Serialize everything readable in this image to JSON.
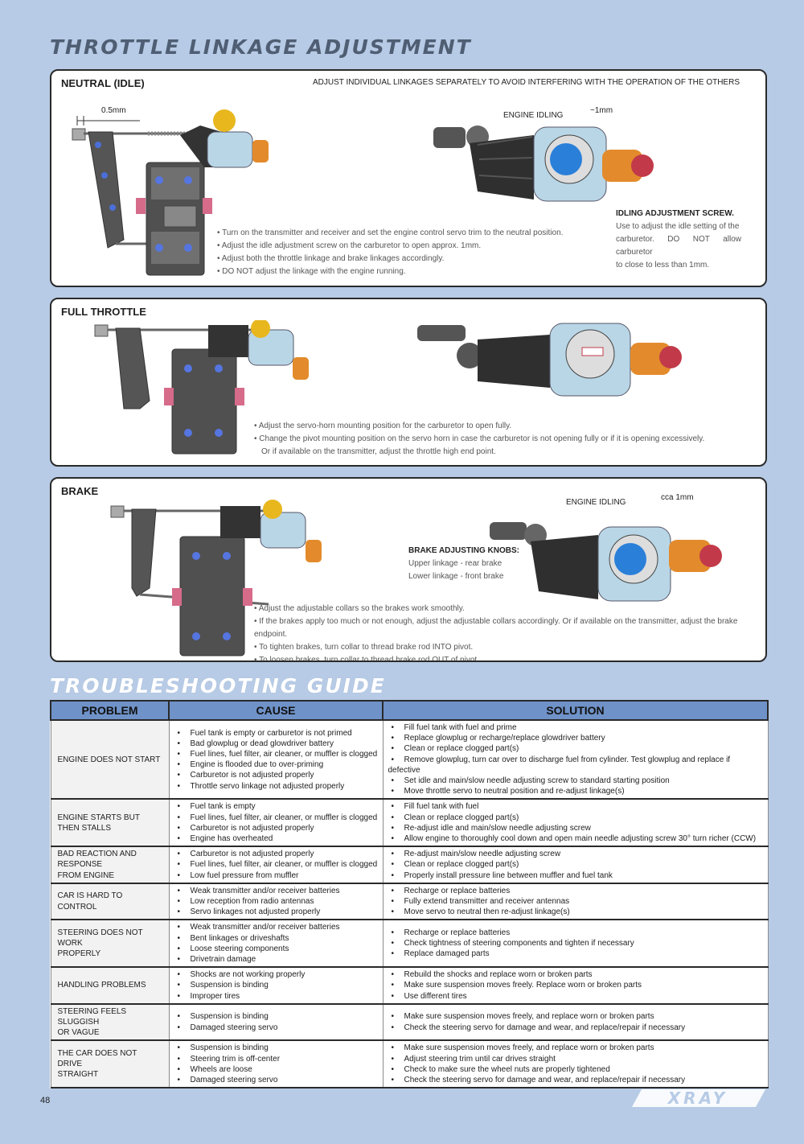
{
  "titles": {
    "throttle": "THROTTLE LINKAGE ADJUSTMENT",
    "troubleshooting": "TROUBLESHOOTING GUIDE"
  },
  "neutral": {
    "title": "NEUTRAL (IDLE)",
    "note": "ADJUST INDIVIDUAL LINKAGES SEPARATELY TO AVOID INTERFERING WITH THE OPERATION OF THE OTHERS",
    "gap_label": "0.5mm",
    "engine_idling": "ENGINE IDLING",
    "idle_gap": "~1mm",
    "screw_label": "IDLING ADJUSTMENT SCREW.",
    "screw_desc": [
      "Use to adjust the idle setting of the",
      "carburetor. DO NOT allow carburetor",
      "to close to less than 1mm."
    ],
    "bullets": [
      "Turn on the transmitter and receiver and set the engine control servo trim to the neutral position.",
      "Adjust the idle adjustment screw on the carburetor to open approx. 1mm.",
      "Adjust both the throttle linkage and brake linkages accordingly.",
      "DO NOT adjust the linkage with the engine running."
    ]
  },
  "full": {
    "title": "FULL THROTTLE",
    "bullets": [
      "Adjust the servo-horn mounting position for the carburetor to open fully.",
      "Change the pivot mounting position on the servo horn in case the carburetor is not opening fully or if it is opening excessively."
    ],
    "extra_line": "Or if available on the transmitter, adjust the throttle high end point."
  },
  "brake": {
    "title": "BRAKE",
    "engine_idling": "ENGINE IDLING",
    "idle_gap": "cca 1mm",
    "knobs_label": "BRAKE ADJUSTING KNOBS:",
    "knobs_upper": "Upper linkage - rear brake",
    "knobs_lower": "Lower linkage - front brake",
    "bullets": [
      "Adjust the adjustable collars so the brakes work smoothly.",
      "If the brakes apply too much or not enough, adjust the adjustable collars accordingly. Or if available on the transmitter, adjust the brake endpoint.",
      "To tighten brakes, turn collar to thread brake rod INTO pivot.",
      "To loosen brakes, turn collar to thread brake rod OUT of pivot."
    ]
  },
  "table": {
    "headers": [
      "PROBLEM",
      "CAUSE",
      "SOLUTION"
    ],
    "rows": [
      {
        "problem": [
          "ENGINE DOES NOT START"
        ],
        "causes": [
          "Fuel tank is empty or carburetor is not primed",
          "Bad glowplug or dead glowdriver battery",
          "Fuel lines, fuel filter, air cleaner, or muffler is clogged",
          "Engine is flooded due to over-priming",
          "Carburetor is not adjusted properly",
          "Throttle servo linkage not adjusted properly"
        ],
        "solutions": [
          "Fill fuel tank with fuel and prime",
          "Replace glowplug or recharge/replace glowdriver battery",
          "Clean or replace clogged part(s)",
          "Remove glowplug, turn car over to discharge fuel from cylinder. Test glowplug and replace if defective",
          "Set idle and main/slow needle adjusting screw to standard starting position",
          "Move throttle servo to neutral position and re-adjust linkage(s)"
        ]
      },
      {
        "problem": [
          "ENGINE STARTS BUT",
          "THEN STALLS"
        ],
        "causes": [
          "Fuel tank is empty",
          "Fuel lines, fuel filter, air cleaner, or muffler is clogged",
          "Carburetor is not adjusted properly",
          "Engine has overheated"
        ],
        "solutions": [
          "Fill fuel tank with fuel",
          "Clean or replace clogged part(s)",
          "Re-adjust idle and main/slow needle adjusting screw",
          "Allow engine to thoroughly cool down and open main needle adjusting screw 30° turn richer (CCW)"
        ]
      },
      {
        "problem": [
          "BAD REACTION AND RESPONSE",
          "FROM ENGINE"
        ],
        "causes": [
          "Carburetor is not adjusted properly",
          "Fuel lines, fuel filter, air cleaner, or muffler is clogged",
          "Low fuel pressure from muffler"
        ],
        "solutions": [
          "Re-adjust main/slow needle adjusting screw",
          "Clean or replace clogged part(s)",
          "Properly install pressure line between muffler and fuel tank"
        ]
      },
      {
        "problem": [
          "CAR IS HARD TO CONTROL"
        ],
        "causes": [
          "Weak transmitter and/or receiver batteries",
          "Low reception from radio antennas",
          "Servo linkages not adjusted properly"
        ],
        "solutions": [
          "Recharge or replace batteries",
          "Fully extend transmitter and receiver antennas",
          "Move servo to neutral then re-adjust linkage(s)"
        ]
      },
      {
        "problem": [
          "STEERING DOES NOT WORK",
          "PROPERLY"
        ],
        "causes": [
          "Weak transmitter and/or receiver batteries",
          "Bent linkages or driveshafts",
          "Loose steering components",
          "Drivetrain damage"
        ],
        "solutions": [
          "Recharge or replace batteries",
          "Check tightness of steering components and tighten if necessary",
          "Replace damaged parts"
        ]
      },
      {
        "problem": [
          "HANDLING PROBLEMS"
        ],
        "causes": [
          "Shocks are not working properly",
          "Suspension is binding",
          "Improper tires"
        ],
        "solutions": [
          "Rebuild the shocks and replace worn or broken parts",
          "Make sure suspension moves freely. Replace worn or broken parts",
          "Use different tires"
        ]
      },
      {
        "problem": [
          "STEERING FEELS SLUGGISH",
          "OR VAGUE"
        ],
        "causes": [
          "Suspension is binding",
          "Damaged steering servo"
        ],
        "solutions": [
          "Make sure suspension moves freely, and replace worn or broken parts",
          "Check the steering servo for damage and wear, and replace/repair if necessary"
        ]
      },
      {
        "problem": [
          "THE CAR DOES NOT DRIVE",
          "STRAIGHT"
        ],
        "causes": [
          "Suspension is binding",
          "Steering trim is off-center",
          "Wheels are loose",
          "Damaged steering servo"
        ],
        "solutions": [
          "Make sure suspension moves freely, and replace worn or broken parts",
          "Adjust steering trim until car drives straight",
          "Check to make sure the wheel nuts are properly tightened",
          "Check the steering servo for damage and wear, and replace/repair if necessary"
        ]
      }
    ]
  },
  "footer": {
    "page": "48",
    "logo": "XRAY"
  },
  "colors": {
    "background": "#b7cbe6",
    "header": "#6f92c8",
    "orange": "#e38b2c",
    "blue": "#2a7fd9",
    "yellow": "#e8b71e"
  }
}
